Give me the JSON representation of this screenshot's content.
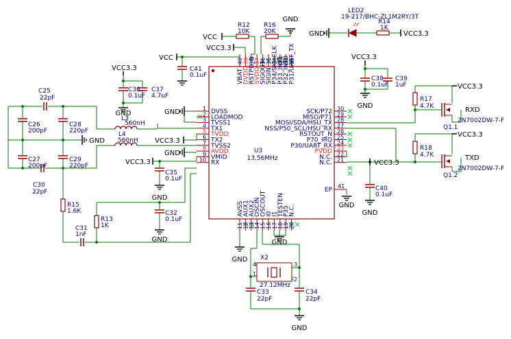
{
  "colors": {
    "wire": "#007a00",
    "part": "#8b0000",
    "text": "#000080",
    "red": "#ff2020",
    "black": "#000000",
    "x": "#2bbf5f"
  },
  "power": {
    "vcc": "VCC",
    "vcc33": "VCC3.3",
    "gnd": "GND"
  },
  "ic": {
    "ref": "U3",
    "freq": "13.56MHz",
    "left_pins": [
      {
        "num": "1",
        "name": "DVSS",
        "red": false
      },
      {
        "num": "2",
        "name": "LOADMOD",
        "red": false
      },
      {
        "num": "3",
        "name": "TVSS1",
        "red": false
      },
      {
        "num": "4",
        "name": "TX1",
        "red": false
      },
      {
        "num": "5",
        "name": "TVDD",
        "red": true
      },
      {
        "num": "6",
        "name": "TX2",
        "red": false
      },
      {
        "num": "7",
        "name": "TVSS2",
        "red": false
      },
      {
        "num": "8",
        "name": "AVDD",
        "red": true
      },
      {
        "num": "9",
        "name": "VMID",
        "red": false
      },
      {
        "num": "10",
        "name": "RX",
        "red": false
      }
    ],
    "right_pins": [
      {
        "num": "30",
        "name": "SCK/P72",
        "red": false
      },
      {
        "num": "29",
        "name": "MISO/P71",
        "red": false
      },
      {
        "num": "28",
        "name": "MOSI/SDA/HSU_TX",
        "red": false
      },
      {
        "num": "27",
        "name": "NSS/P50_SCL/HSU_RX",
        "red": false
      },
      {
        "num": "26",
        "name": "RSTOUT_N",
        "red": false
      },
      {
        "num": "25",
        "name": "P70_IRQ",
        "red": false
      },
      {
        "num": "24",
        "name": "P30/UART_RX",
        "red": false
      },
      {
        "num": "23",
        "name": "PVDD",
        "red": true
      },
      {
        "num": "22",
        "name": "N.C.",
        "red": false
      },
      {
        "num": "21",
        "name": "N.C.",
        "red": false
      }
    ],
    "ep": {
      "num": "41",
      "name": "EP"
    },
    "top_pins": [
      {
        "num": "40",
        "name": "VBAT",
        "red": false
      },
      {
        "num": "39",
        "name": "DVDD",
        "red": true
      },
      {
        "num": "38",
        "name": "RSTPD_N",
        "red": false
      },
      {
        "num": "37",
        "name": "SVDD",
        "red": true
      },
      {
        "num": "36",
        "name": "SIGOUT",
        "red": false
      },
      {
        "num": "35",
        "name": "SIGIN",
        "red": false
      },
      {
        "num": "34",
        "name": "P34/SIC_CLK",
        "red": false
      },
      {
        "num": "33",
        "name": "P33_INT1",
        "red": false
      },
      {
        "num": "32",
        "name": "P32_INT0",
        "red": false
      },
      {
        "num": "31",
        "name": "P31/UART_TX",
        "red": false
      }
    ],
    "bottom_pins": [
      {
        "num": "11",
        "name": "AVSS",
        "red": false
      },
      {
        "num": "12",
        "name": "AUX1",
        "red": false
      },
      {
        "num": "13",
        "name": "AUX2",
        "red": false
      },
      {
        "num": "14",
        "name": "OSCIN",
        "red": false
      },
      {
        "num": "15",
        "name": "OSCOUT",
        "red": false
      },
      {
        "num": "16",
        "name": "I0",
        "red": false
      },
      {
        "num": "17",
        "name": "I1",
        "red": false
      },
      {
        "num": "18",
        "name": "TESTEN",
        "red": false
      },
      {
        "num": "19",
        "name": "P35",
        "red": false
      },
      {
        "num": "20",
        "name": "N.C.",
        "red": false
      }
    ]
  },
  "parts": {
    "c25": {
      "ref": "C25",
      "val": "22pF"
    },
    "c26": {
      "ref": "C26",
      "val": "200pF"
    },
    "c28": {
      "ref": "C28",
      "val": "220pF"
    },
    "c27": {
      "ref": "C27",
      "val": "200pF"
    },
    "c29": {
      "ref": "C29",
      "val": "220pF"
    },
    "c30": {
      "ref": "C30",
      "val": "22pF"
    },
    "c31": {
      "ref": "C31",
      "val": "1nF"
    },
    "c32": {
      "ref": "C32",
      "val": "0.1uF"
    },
    "c33": {
      "ref": "C33",
      "val": "22pF"
    },
    "c34": {
      "ref": "C34",
      "val": "22pF"
    },
    "c35": {
      "ref": "C35",
      "val": "0.1uF"
    },
    "c36": {
      "ref": "C36",
      "val": "0.1uF"
    },
    "c37": {
      "ref": "C37",
      "val": "4.7uF"
    },
    "c38": {
      "ref": "C38",
      "val": "0.1uF"
    },
    "c39": {
      "ref": "C39",
      "val": "1uF"
    },
    "c40": {
      "ref": "C40",
      "val": "0.1uF"
    },
    "c41": {
      "ref": "C41",
      "val": "0.1uF"
    },
    "l3": {
      "ref": "L3",
      "val": "560nH"
    },
    "l4": {
      "ref": "L4",
      "val": "560nH"
    },
    "r12": {
      "ref": "R12",
      "val": "10K"
    },
    "r13": {
      "ref": "R13",
      "val": "1K"
    },
    "r14": {
      "ref": "R14",
      "val": "1K"
    },
    "r15": {
      "ref": "R15",
      "val": "1.6K"
    },
    "r16": {
      "ref": "R16",
      "val": "20K"
    },
    "r17": {
      "ref": "R17",
      "val": "4.7K"
    },
    "r18": {
      "ref": "R18",
      "val": "4.7K"
    },
    "led2": {
      "ref": "LED2",
      "val": "19-217/BHC-ZL1M2RY/3T"
    },
    "x2": {
      "ref": "X2",
      "val": "27.12MHz",
      "pins": [
        "1",
        "2",
        "3",
        "4"
      ]
    },
    "q11": {
      "ref": "Q1.1",
      "val": "2N7002DW-7-F",
      "net": "RXD"
    },
    "q12": {
      "ref": "Q1.2",
      "val": "2N7002DW-7-F",
      "net": "TXD"
    }
  }
}
